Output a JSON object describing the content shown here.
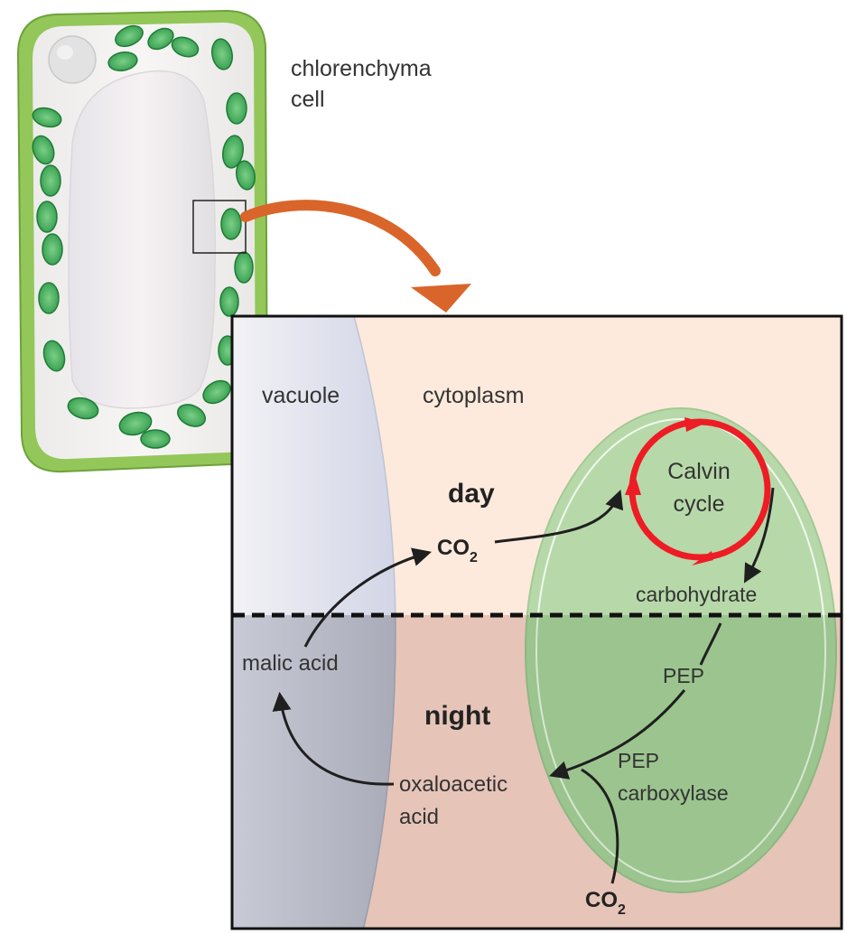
{
  "labels": {
    "cell_label_line1": "chlorenchyma",
    "cell_label_line2": "cell",
    "vacuole": "vacuole",
    "cytoplasm": "cytoplasm",
    "day": "day",
    "night": "night",
    "calvin_line1": "Calvin",
    "calvin_line2": "cycle",
    "co2_top_main": "CO",
    "co2_top_sub": "2",
    "carbohydrate": "carbohydrate",
    "malic_acid": "malic acid",
    "pep": "PEP",
    "pep_carboxylase_line1": "PEP",
    "pep_carboxylase_line2": "carboxylase",
    "oxaloacetic_line1": "oxaloacetic",
    "oxaloacetic_line2": "acid",
    "co2_bottom_main": "CO",
    "co2_bottom_sub": "2"
  },
  "colors": {
    "cell_wall": "#8cc152",
    "chloroplast": "#3fae5a",
    "day_bg": "#fdeadc",
    "night_bg": "#e6c4b8",
    "vacuole": "#dcdfe9",
    "chloroplast_region": "#a9cf98",
    "calvin_cycle": "#ee1c24",
    "callout_arrow": "#d9652a"
  }
}
